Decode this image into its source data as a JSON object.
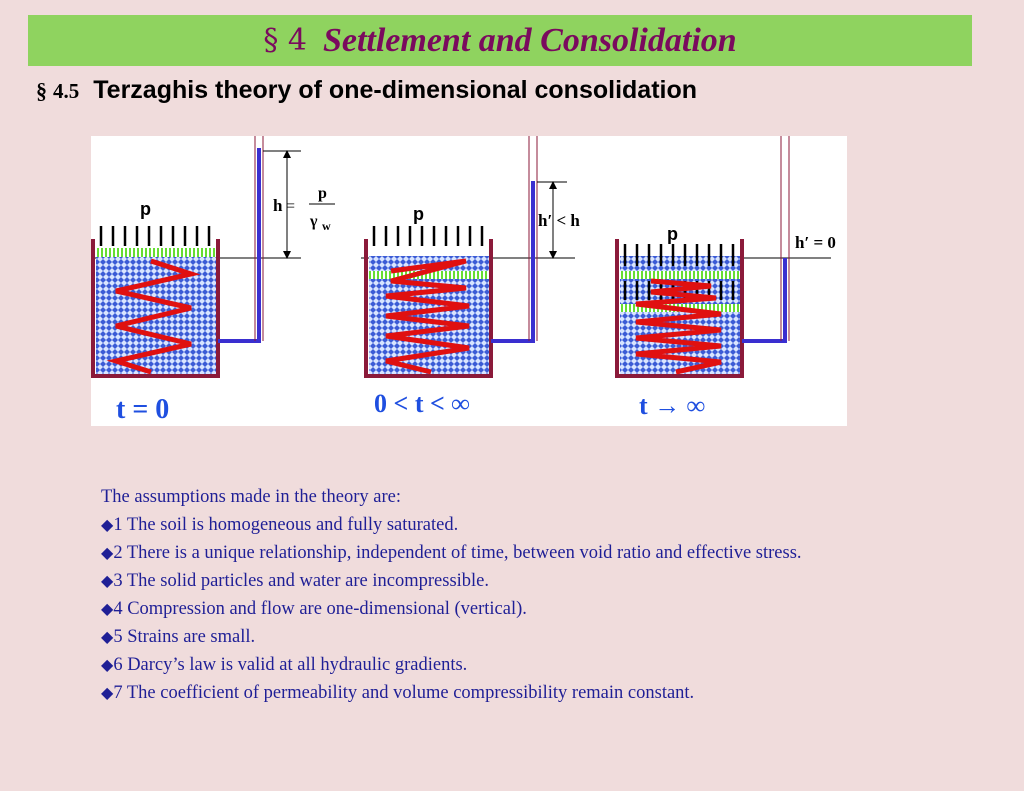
{
  "header": {
    "section_symbol": "§ 4",
    "title": "Settlement and Consolidation"
  },
  "subheader": {
    "section_symbol": "§",
    "number": "4.5",
    "title": "Terzaghis theory of one-dimensional consolidation"
  },
  "figure": {
    "panels": [
      {
        "load_label": "p",
        "head_label": "h = p/γw",
        "head_lhs": "h",
        "head_num": "p",
        "head_den": "γ",
        "head_den_sub": "w",
        "time_label": "t = 0"
      },
      {
        "load_label": "p",
        "head_label": "h′ < h",
        "time_label": "0 < t < ∞"
      },
      {
        "load_label": "p",
        "head_label": "h′ = 0",
        "time_label": "t → ∞"
      }
    ],
    "colors": {
      "tank": "#8b1a3a",
      "water": "#3b5bd6",
      "standpipe": "#3a2fd0",
      "spring": "#e01010",
      "piston": "#66dd33"
    }
  },
  "assumptions": {
    "intro": "The assumptions made in the theory are:",
    "bullet_icon": "diamond-icon",
    "items": [
      "1 The soil is homogeneous and fully saturated.",
      "2 There is a unique relationship, independent of time, between void ratio and effective stress.",
      "3 The solid particles and water are incompressible.",
      "4 Compression and flow are one-dimensional (vertical).",
      "5 Strains are small.",
      "6 Darcy’s law is valid at all hydraulic gradients.",
      "7 The coefficient of permeability and volume compressibility remain constant."
    ]
  }
}
